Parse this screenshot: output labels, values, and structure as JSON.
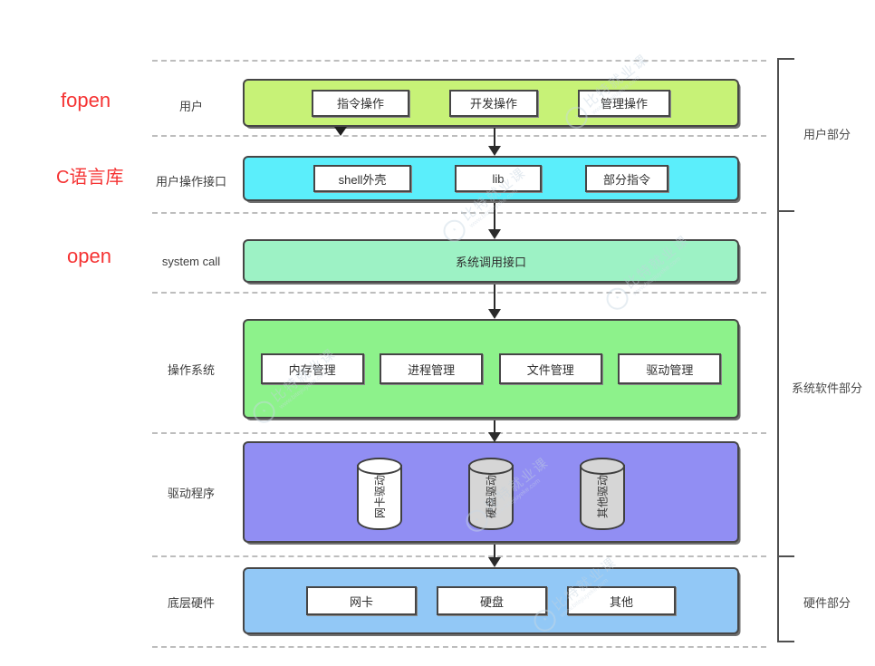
{
  "annotations": {
    "fopen": "fopen",
    "c_library": "C语言库",
    "open": "open"
  },
  "layers": [
    {
      "label": "用户",
      "color": "#c7f277",
      "items": [
        "指令操作",
        "开发操作",
        "管理操作"
      ]
    },
    {
      "label": "用户操作接口",
      "color": "#5beefb",
      "items": [
        "shell外壳",
        "lib",
        "部分指令"
      ]
    },
    {
      "label": "system call",
      "color": "#9df2c5",
      "items": [
        "系统调用接口"
      ]
    },
    {
      "label": "操作系统",
      "color": "#8df28b",
      "items": [
        "内存管理",
        "进程管理",
        "文件管理",
        "驱动管理"
      ]
    },
    {
      "label": "驱动程序",
      "color": "#918ef3",
      "items": [
        {
          "label": "网卡驱动",
          "fill": "#ffffff"
        },
        {
          "label": "硬盘驱动",
          "fill": "#d6d6d6"
        },
        {
          "label": "其他驱动",
          "fill": "#d6d6d6"
        }
      ]
    },
    {
      "label": "底层硬件",
      "color": "#92c8f6",
      "items": [
        "网卡",
        "硬盘",
        "其他"
      ]
    }
  ],
  "sections": [
    {
      "label": "用户部分"
    },
    {
      "label": "系统软件部分"
    },
    {
      "label": "硬件部分"
    }
  ],
  "watermark": {
    "text": "比特就业课",
    "url": "www.bitejiuyeke.com",
    "logo": "◔"
  }
}
